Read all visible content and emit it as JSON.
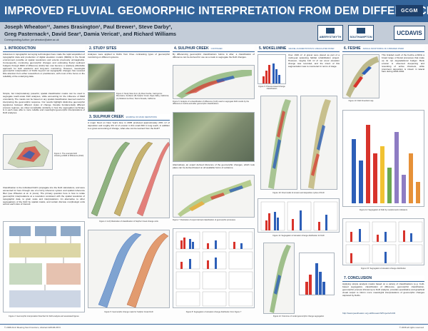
{
  "header": {
    "title": "IMPROVED FLUVIAL GEOMORPHIC INTERPRETATION FROM DEM DIFFERENCING",
    "authors_line1": "Joseph Wheaton¹², James Brasington¹, Paul Brewer¹, Steve Darby³,",
    "authors_line2": "Greg Pasternack⁴, David Sear³, Damia Vericat¹, and Richard Williams",
    "contact": "Corresponding Author: joe.wheaton@aber.ac.uk",
    "logos": {
      "gcgm": "GCGM",
      "aber": "ABERYSTWYTH",
      "soton": "SOUTHAMPTON",
      "ucd": "UCDAVIS"
    }
  },
  "sections": {
    "intro": {
      "heading": "1. INTRODUCTION",
      "p1": "Advances in topographic surveying technologies have made the rapid acquisition of topographic data and production of digital elevation models (DEMs) in the fluvial environment possible at spatial resolutions and extents previously unimaginable. Consequently, monitoring geomorphic changes and estimating fluvial sediment budgets through DEM of difference (DoD) has now become a relatively affordable approach for both academic and long-term monitoring. However, meaningful geomorphic interpretation of DoDs beyond net topographic changes has received little attention from either researchers or practitioners, with most of the focus on the reliability of the underlying data.",
      "p2": "Simple, but interpretatively powerful, spatial classification masks can be used to segregate reach-scale DoD analyses, while accounting for the influence of DEM uncertainty. The masks can be based on any spatial classification deemed useful to interpreting the geomorphic response. Our results highlight distinctive geomorphic signatures between different styles of change. Despite fundamentally different process regimes, we show remarkable similarity in how the segregation technique is in each case able to more reliable and meaningful geomorphic interpretations of DoD analyses.",
      "fig1_cap": "Figure 1: The example DoD showing a DEM of Difference (DoD)",
      "p3": "Classification is the individual DoD's propagate into the DoD calculations, and were accounted for here through use of a fuzzy inference system and spatial coherence filter (see Wheaton et al. in press). The primary question here is how to relate geomorphic interpretations at a resolution consistent with the spatial resolution of topographic data, to grain scale and interpretations. An alternative to other segregations of the DoD by spatial masks, and certain discrete morphologic units across each sites of interest.",
      "fig2_cap": "Figure 2: Geomorphic interpretation flowchart for DoD analysis and associated figures"
    },
    "study": {
      "heading": "2. STUDY SITES",
      "p1": "Analyses were applied to DoDs from three contrasting types of geomorphic monitoring on different systems.",
      "fig3_cap": "Figure 3: Study Sites from (A) River Feshie, Cairngorms Mountains, Scotland; (B) Sulphur Creek, Napa Valley, California; (C) Mokelumne River, Sierra Nevada, California",
      "sulphur_heading": "3. SULPHUR CREEK",
      "sulphur_sub": "EXAMPLE OF MASK DEFINITIONS",
      "p2": "A major flood on New Year's Eve in 2005 produced approximately 20% m³ of deposition and roughly 4% m³ of erosion in this small 300 m long reach, in addition to a gross accounting of change, what else can be learned from the DoD?",
      "fig4_cap": "Figure 4: A-D) Illustration of classification of Sulphur Creek change units",
      "fig5_cap": "Figure 5: Geomorphic change mask for Sulphur Creek DoD"
    },
    "sulphur": {
      "heading": "4. SULPHUR CREEK",
      "sub": "CONTINUED",
      "p1": "By differencing geomorphic classifications before & after, a classification of difference can be derived for use as a mask to segregate the DoD changes.",
      "fig6_cap": "Figure 6: Analysis of a classification of difference (CoD) used to segregate DoD results by the difference in before-and-after geomorphic classifications",
      "p2": "Alternatively, an expert derived inference of the geomorphic changes, which took place can be derived based on all available forms of evidence.",
      "fig7_cap": "Figure 7: Illustration of expert derived classification of geomorphic processes",
      "fig8_cap": "Figure 8: Segregation of elevation change distribution from Figure 7"
    },
    "mokelumne": {
      "heading": "5. MOKELUMNE",
      "sub": "GRAVEL AUGMENTATION IN A REGULATED RIVER",
      "p1": "Over 1320 m³ of gravel were placed as part of a multi-year spawning habitat rehabilitation project. However, roughly 124 m³ of net scour elevation change was recorded, and the intent of this augmentation was to counteract in terms of stage.",
      "fig9_cap": "Figure 9: Process-based change classification",
      "fig10_cap": "Figure 10: Final model of erosion and deposition cycles of DoD",
      "fig11_cap": "Figure 11: Segregation of elevation change distribution for DoD",
      "fig12_cap": "Figure 12: Outcome of model geomorphic change segregation"
    },
    "feshie": {
      "heading": "6. FESHIE",
      "sub": "ANNUAL MONITORING OF A BRAIDED RIVER",
      "p1": "This braided reach of the Feshie exhibits a broad range of fluvial processes that make up its net degradational budget. Bank erosion is observed deepening and reworking of active channels, while prominent deposition is shown in lateral bars during 2003-2004.",
      "fig13_cap": "Figure 13: DoD threshold map",
      "fig14_cap": "Figure 14: Segregation of DoD by morphometric indicators",
      "fig15_cap": "Figure 15: Segregation of elevation change distribution",
      "conclusion_heading": "7. CONCLUSION",
      "p2": "Applying simple analysis masks based on a variety of classifications (e.g. CoD-based segregation, classification of difference, geomorphic classification, geomorphic process inference) to DoD analysis, provides quantitative and graphical visual output to inform more meaningful interpretations of geomorphic changes captured by DoDs.",
      "links": "http://www.joewheaton.org.uk/Research/Projects/GCD"
    }
  },
  "footer": {
    "left": "© 2008 AGU Meeting San Francisco, Abstract EP41B-0673",
    "right": "© 2008 all rights reserved"
  },
  "colors": {
    "title_bar": "#34659b",
    "banner": "#c3ccd8",
    "accent": "#14365e",
    "erosion": "#d8332b",
    "deposition": "#2d5fb8"
  }
}
